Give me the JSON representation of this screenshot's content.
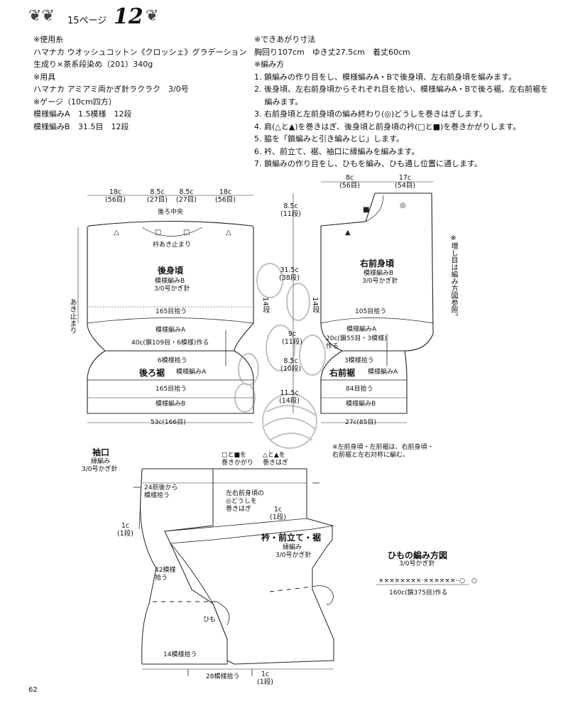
{
  "header": {
    "page_text": "15ページ",
    "pattern_number": "12"
  },
  "materials": {
    "yarn_title": "※使用糸",
    "yarn_line1": "ハマナカ ウオッシュコットン《クロッシェ》グラデーション",
    "yarn_line2": "生成り×茶系段染め（201）340g",
    "tools_title": "※用具",
    "tools_line": "ハマナカ アミアミ両かぎ針ラクラク　3/0号",
    "gauge_title": "※ゲージ（10cm四方）",
    "gauge_a_label": "模様編みA",
    "gauge_a_value": "1.5模様　12段",
    "gauge_b_label": "模様編みB",
    "gauge_b_value": "31.5目　12段"
  },
  "finished": {
    "title": "※できあがり寸法",
    "line": "胸回り107cm　ゆき丈27.5cm　着丈60cm"
  },
  "instructions": {
    "title": "※編み方",
    "steps": [
      "1. 鎖編みの作り目をし、模様編みA・Bで後身頃、左右前身頃を編みます。",
      "2. 後身頃、左右前身頃からそれぞれ目を拾い、模様編みA・Bで後ろ裾、左右前裾を",
      "　 編みます。",
      "3. 右前身頃と左前身頃の編み終わり(◎)どうしを巻きはぎします。",
      "4. 肩(△と▲)を巻きはぎ、後身頃と前身頃の衿(□と■)を巻きかがりします。",
      "5. 脇を「鎖編みと引き編みとじ」します。",
      "6. 衿、前立て、裾、袖口に縁編みを編みます。",
      "7. 鎖編みの作り目をし、ひもを編み、ひも通し位置に通します。"
    ]
  },
  "back_body": {
    "dim_top": [
      "18c\n(56目)",
      "8.5c\n(27目)",
      "8.5c\n(27目)",
      "18c\n(56目)"
    ],
    "center_back": "後ろ中央",
    "collar_stop": "衿あき止まり",
    "title": "後身頃",
    "pattern": "模様編みB",
    "hook": "3/0号かぎ針",
    "pickup": "165目拾う",
    "pattern_a": "模様編みA",
    "chain_start": "40c(鎖109目・6模様)作る",
    "patterns6": "6模様拾う",
    "hem_title": "後ろ裾",
    "hem_pattern_a": "模様編みA",
    "hem_pickup": "165目拾う",
    "hem_pattern_b": "模様編みB",
    "width_total": "53c(166目)",
    "side_open": "あき止まり",
    "side_rows": "14段"
  },
  "center_dims": {
    "d1": "8.5c\n(11段)",
    "d2": "31.5c\n(38段)",
    "d3": "9c\n(11段)",
    "d4": "8.5c\n(10段)",
    "d5": "11.5c\n(14段)"
  },
  "front_body": {
    "dim_top": [
      "8c\n(56目)",
      "17c\n(54目)"
    ],
    "title": "右前身頃",
    "pattern": "模様編みB",
    "hook": "3/0号かぎ針",
    "side_rows": "14段",
    "pickup": "105目拾う",
    "pattern_a": "模様編みA",
    "chain_start": "20c(鎖55目・3模様)\n作る",
    "patterns3": "3模様拾う",
    "hem_title": "右前裾",
    "hem_pattern_a": "模様編みA",
    "hem_pickup": "84目拾う",
    "hem_pattern_b": "模様編みB",
    "width_total": "27c(85目)",
    "side_note": "※増し目は編み方図参照。"
  },
  "note_left": "※左前身頃・左前裾は、右前身頃・\n右前裾と左右対称に編む。",
  "edging": {
    "cuff_title": "袖口",
    "cuff_pattern": "縁編み",
    "cuff_hook": "3/0号かぎ針",
    "cuff_pick": "24前後から\n模様拾う",
    "cuff_row": "1c\n(1段)",
    "sq_note": "□と■を\n巻きかがり",
    "tri_note": "△と▲を\n巻きはぎ",
    "circle_note": "左右前身頃の\n◎どうしを\n巻きはぎ",
    "row1": "1c\n(1段)",
    "collar_title": "衿・前立て・裾",
    "collar_pattern": "縁編み",
    "collar_hook": "3/0号かぎ針",
    "pick42": "42模様\n拾う",
    "string_label": "ひも",
    "pick14": "14模様拾う",
    "pick28": "28模様拾う",
    "row1b": "1c\n(1段)"
  },
  "string": {
    "title": "ひもの編み方図",
    "hook": "3/0号かぎ針",
    "chain": "160c(鎖375目)作る"
  },
  "page_number": "62"
}
